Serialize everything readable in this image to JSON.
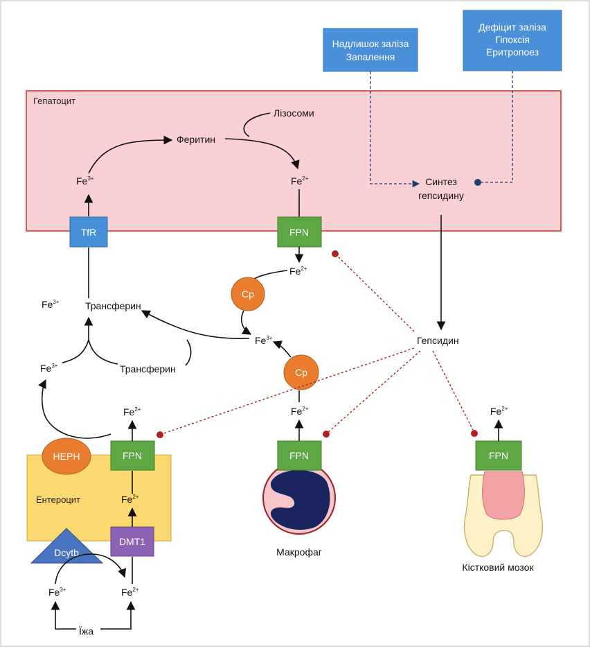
{
  "colors": {
    "hepatocyte_fill": "#f9d0d3",
    "hepatocyte_border": "#c0392b",
    "enterocyte_fill": "#fcd870",
    "blue_box": "#4a90d9",
    "fpn_green": "#5ea843",
    "cp_orange": "#ea7d2d",
    "dmt1_purple": "#8b64b8",
    "dcytb_blue": "#4a74c0",
    "inhibit_red": "#b02020",
    "signal_navy": "#1f3f6e",
    "macrophage_nucleus": "#1a245e",
    "marrow_pink": "#f3a3a8",
    "bone_cream": "#fdf1c8"
  },
  "signals": {
    "excess": {
      "line1": "Надлишок заліза",
      "line2": "Запалення"
    },
    "deficit": {
      "line1": "Дефіцит заліза",
      "line2": "Гіпоксія",
      "line3": "Еритропоез"
    }
  },
  "hepatocyte": {
    "title": "Гепатоцит",
    "lysosomes": "Лізосоми",
    "ferritin": "Феритин",
    "hepcidin_synthesis_line1": "Синтез",
    "hepcidin_synthesis_line2": "гепсидину",
    "tfr": "TfR",
    "fpn": "FPN"
  },
  "ions": {
    "fe": "Fe",
    "fe3_charge": "3+",
    "fe2_charge": "2+"
  },
  "circulation": {
    "cp": "Cp",
    "transferrin": "Трансферин",
    "hepcidin": "Гепсидин"
  },
  "enterocyte": {
    "title": "Ентероцит",
    "heph": "HEPH",
    "fpn": "FPN",
    "dmt1": "DMT1",
    "dcytb": "Dcytb",
    "food": "Їжа"
  },
  "macrophage": {
    "fpn": "FPN",
    "label": "Макрофаг"
  },
  "bone_marrow": {
    "fpn": "FPN",
    "label": "Кістковий мозок"
  }
}
